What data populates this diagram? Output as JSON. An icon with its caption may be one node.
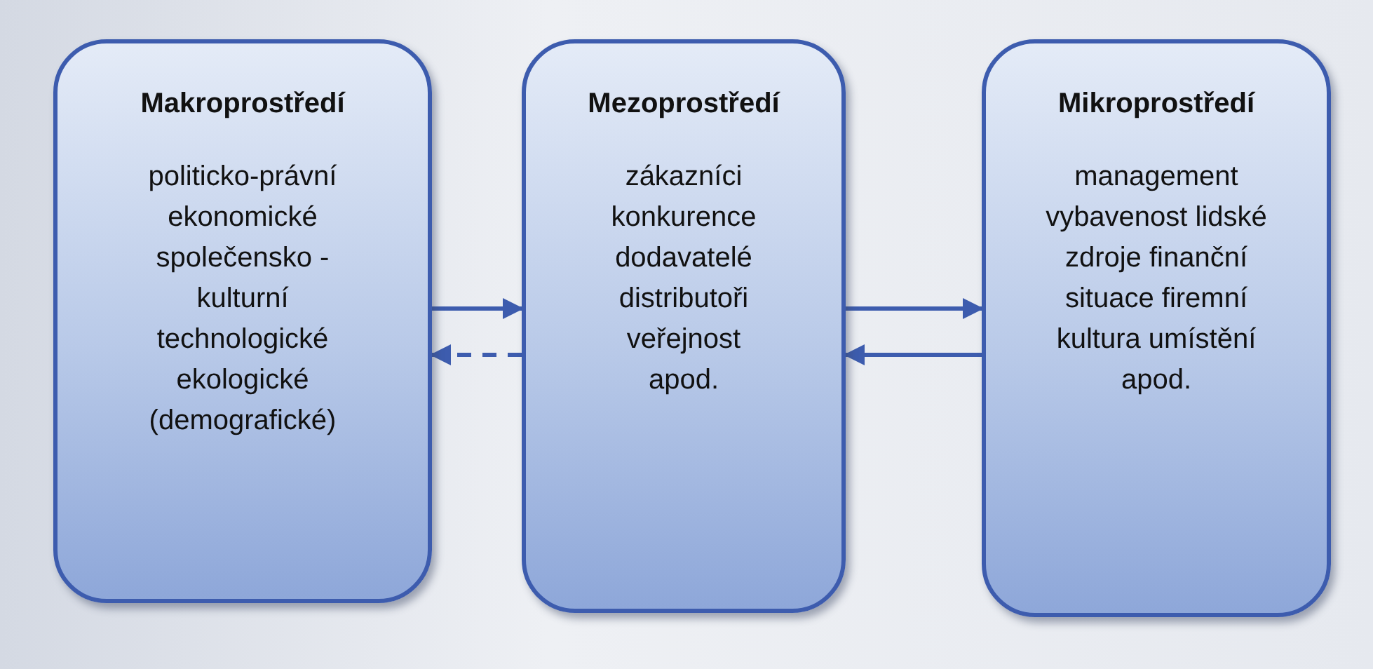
{
  "diagram": {
    "nodes": [
      {
        "text": [
          "Makroprostředí",
          "politicko-právní ekonomické společensko -kulturní technologické ekologické (demografické)"
        ]
      },
      {
        "text": [
          "Mezoprostředí",
          "zákazníci konkurence dodavatelé distributoři veřejnost apod."
        ]
      },
      {
        "text": [
          "Mikroprostředí",
          "management vybavenost lidské zdroje finanční situace firemní kultura umístění apod."
        ]
      }
    ],
    "edges": [
      {
        "from": 0,
        "to": 1,
        "arrow": "to"
      },
      {
        "from": 1,
        "to": 0,
        "arrow": "to",
        "style": "dashed"
      },
      {
        "from": 1,
        "to": 2,
        "arrow": "to"
      },
      {
        "from": 2,
        "to": 1,
        "arrow": "to"
      }
    ]
  }
}
